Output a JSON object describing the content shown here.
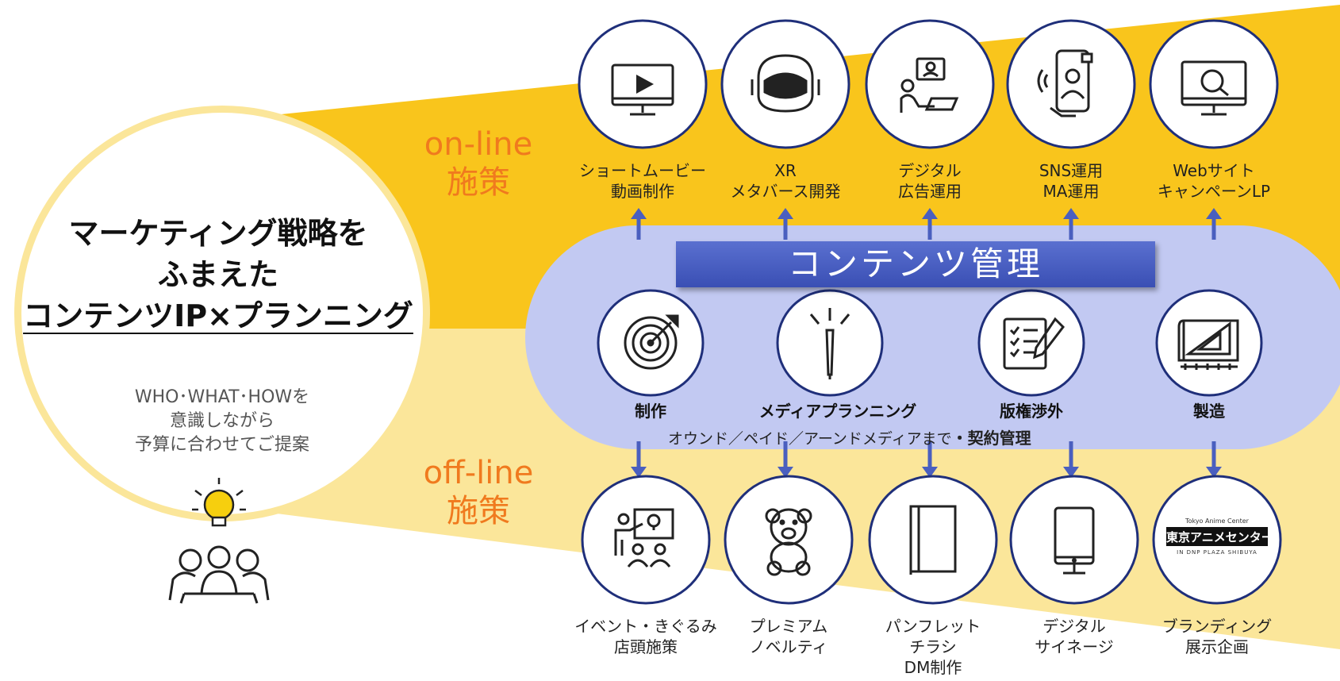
{
  "left": {
    "title_line1": "マーケティング戦略を",
    "title_line2": "ふまえた",
    "title_line3": "コンテンツIP×プランニング",
    "sub_line1": "WHO･WHAT･HOWを",
    "sub_line2": "意識しながら",
    "sub_line3": "予算に合わせてご提案"
  },
  "zones": {
    "online_line1": "on-line",
    "online_line2": "施策",
    "offline_line1": "off-line",
    "offline_line2": "施策"
  },
  "center": {
    "banner": "コンテンツ管理",
    "items": [
      {
        "label": "制作",
        "icon": "target-icon"
      },
      {
        "label": "メディアプランニング",
        "icon": "idea-pencil-icon"
      },
      {
        "label": "版権渉外",
        "icon": "checklist-icon"
      },
      {
        "label": "製造",
        "icon": "blueprint-icon"
      }
    ],
    "media_sub": "オウンド／ペイド／アーンドメディアまで",
    "contract_label": "・契約管理"
  },
  "online": [
    {
      "line1": "ショートムービー",
      "line2": "動画制作",
      "icon": "video-monitor-icon"
    },
    {
      "line1": "XR",
      "line2": "メタバース開発",
      "icon": "vr-headset-icon"
    },
    {
      "line1": "デジタル",
      "line2": "広告運用",
      "icon": "online-ad-icon"
    },
    {
      "line1": "SNS運用",
      "line2": "MA運用",
      "icon": "smartphone-sns-icon"
    },
    {
      "line1": "Webサイト",
      "line2": "キャンペーンLP",
      "icon": "web-search-icon"
    }
  ],
  "offline": [
    {
      "line1": "イベント・きぐるみ",
      "line2": "店頭施策",
      "line3": "",
      "icon": "event-presentation-icon"
    },
    {
      "line1": "プレミアム",
      "line2": "ノベルティ",
      "line3": "",
      "icon": "teddy-bear-icon"
    },
    {
      "line1": "パンフレット",
      "line2": "チラシ",
      "line3": "DM制作",
      "icon": "booklet-icon"
    },
    {
      "line1": "デジタル",
      "line2": "サイネージ",
      "line3": "",
      "icon": "signage-icon"
    },
    {
      "line1": "ブランディング",
      "line2": "展示企画",
      "line3": "",
      "icon": "showroom-logo-icon",
      "logo_text_top": "Tokyo Anime Center",
      "logo_text_main": "東京アニメセンター",
      "logo_text_bottom": "IN DNP PLAZA SHIBUYA"
    }
  ],
  "colors": {
    "band_online": "#f9c51c",
    "band_offline": "#fbe69a",
    "pill": "#c2c9f2",
    "circle_stroke": "#1f2f7a",
    "arrow": "#4a5fbf",
    "zone_text": "#f07a1e",
    "banner": "#4055bb",
    "bulb": "#f6cf0e"
  }
}
